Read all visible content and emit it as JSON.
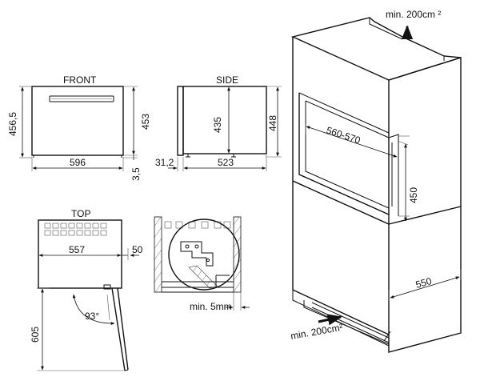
{
  "front": {
    "title": "FRONT",
    "width": "596",
    "height_outer": "456,5",
    "height_inner": "453",
    "foot": "3,5"
  },
  "side": {
    "title": "SIDE",
    "depth": "523",
    "inner_height": "435",
    "outer_height": "448",
    "front_offset": "31,2"
  },
  "top": {
    "title": "TOP",
    "width": "557",
    "gap": "50",
    "door_depth": "605",
    "angle": "93°"
  },
  "detail": {
    "clearance": "min. 5mm"
  },
  "cabinet": {
    "vent_top": "min. 200cm ²",
    "vent_bottom": "min. 200cm²",
    "niche_width": "560-570",
    "niche_height": "450",
    "depth": "550"
  }
}
